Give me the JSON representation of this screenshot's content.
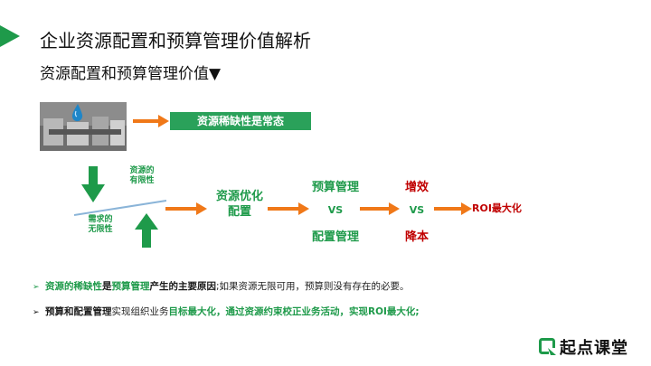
{
  "header": {
    "title": "企业资源配置和预算管理价值解析",
    "subtitle": "资源配置和预算管理价值▼"
  },
  "diagram": {
    "scarcity_box": "资源稀缺性是常态",
    "supply_label": "资源的有限性",
    "demand_label": "需求的无限性",
    "optimize_label": "资源优化配置",
    "budget_mgmt": "预算管理",
    "vs_1": "VS",
    "config_mgmt": "配置管理",
    "increase": "增效",
    "vs_2": "VS",
    "reduce": "降本",
    "roi": "ROI最大化"
  },
  "bullets": {
    "mark": "➢",
    "b1": {
      "p1": "资源的稀缺性",
      "p2": "是",
      "p3": "预算管理",
      "p4": "产生的主要原因",
      "p5": ";如果资源无限可用，预算则没有存在的必要。"
    },
    "b2": {
      "p1": "预算和配置管理",
      "p2": "实现组织业务",
      "p3": "目标最大化，通过资源约束校正业务活动，实现ROI最大化;"
    }
  },
  "logo": {
    "text": "起点课堂",
    "icon": "logo-icon"
  },
  "colors": {
    "green": "#1e9a4a",
    "orange": "#f07818",
    "red": "#c00000",
    "box_green": "#2aa15a"
  }
}
